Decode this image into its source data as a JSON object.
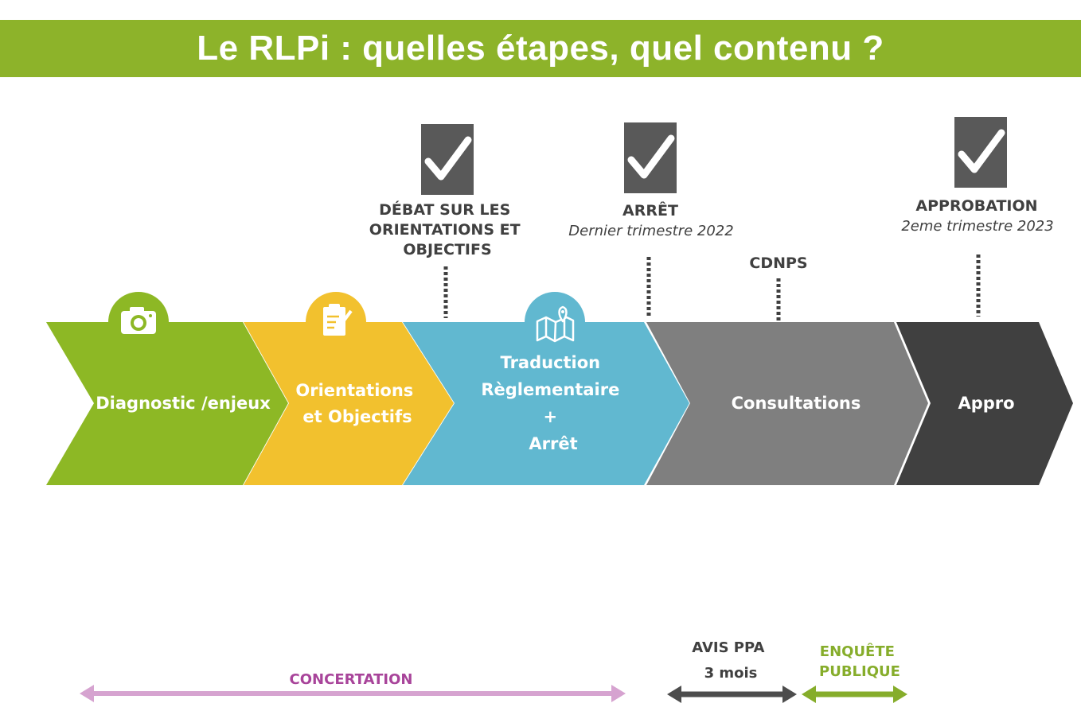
{
  "title": "Le RLPi : quelles étapes, quel contenu ?",
  "colors": {
    "banner": "#8db32a",
    "diagnostic": "#8db825",
    "orientations": "#f2c12e",
    "traduction": "#61b8d0",
    "consultations": "#7f7f7f",
    "appro": "#404040",
    "check_box": "#595959",
    "concertation": "#a8449a",
    "concertation_arrow": "#d6a3d0",
    "avis_arrow": "#4d4d4d",
    "enquete": "#86ad2b"
  },
  "steps": [
    {
      "id": "diagnostic",
      "lines": [
        "Diagnostic /enjeux"
      ],
      "icon": "camera-icon"
    },
    {
      "id": "orientations",
      "lines": [
        "Orientations",
        "et Objectifs"
      ],
      "icon": "clipboard-icon"
    },
    {
      "id": "traduction",
      "lines": [
        "Traduction",
        "Règlementaire",
        "+",
        "Arrêt"
      ],
      "icon": "map-icon"
    },
    {
      "id": "consultations",
      "lines": [
        "Consultations"
      ],
      "icon": ""
    },
    {
      "id": "appro",
      "lines": [
        "Appro"
      ],
      "icon": ""
    }
  ],
  "milestones": [
    {
      "id": "debat",
      "check": true,
      "title_lines": [
        "DÉBAT SUR LES",
        "ORIENTATIONS ET",
        "OBJECTIFS"
      ],
      "date": ""
    },
    {
      "id": "arret",
      "check": true,
      "title_lines": [
        "ARRÊT"
      ],
      "date": "Dernier trimestre 2022"
    },
    {
      "id": "cdnps",
      "check": false,
      "title_lines": [
        "CDNPS"
      ],
      "date": ""
    },
    {
      "id": "approbation",
      "check": true,
      "title_lines": [
        "APPROBATION"
      ],
      "date": "2eme trimestre 2023"
    }
  ],
  "bottom": {
    "concertation": "CONCERTATION",
    "avis_lines": [
      "AVIS PPA",
      "3 mois"
    ],
    "enquete_lines": [
      "ENQUÊTE",
      "PUBLIQUE"
    ]
  }
}
